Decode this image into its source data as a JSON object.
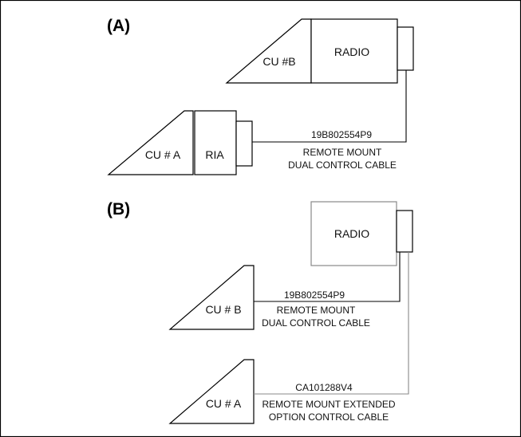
{
  "section_a": {
    "label": "(A)",
    "cu_b": "CU #B",
    "radio": "RADIO",
    "cu_a": "CU # A",
    "ria": "RIA",
    "cable_part": "19B802554P9",
    "cable_line1": "REMOTE MOUNT",
    "cable_line2": "DUAL CONTROL CABLE"
  },
  "section_b": {
    "label": "(B)",
    "radio": "RADIO",
    "cu_b": "CU # B",
    "cu_a": "CU # A",
    "cable1_part": "19B802554P9",
    "cable1_line1": "REMOTE MOUNT",
    "cable1_line2": "DUAL CONTROL CABLE",
    "cable2_part": "CA101288V4",
    "cable2_line1": "REMOTE MOUNT EXTENDED",
    "cable2_line2": "OPTION CONTROL CABLE"
  }
}
